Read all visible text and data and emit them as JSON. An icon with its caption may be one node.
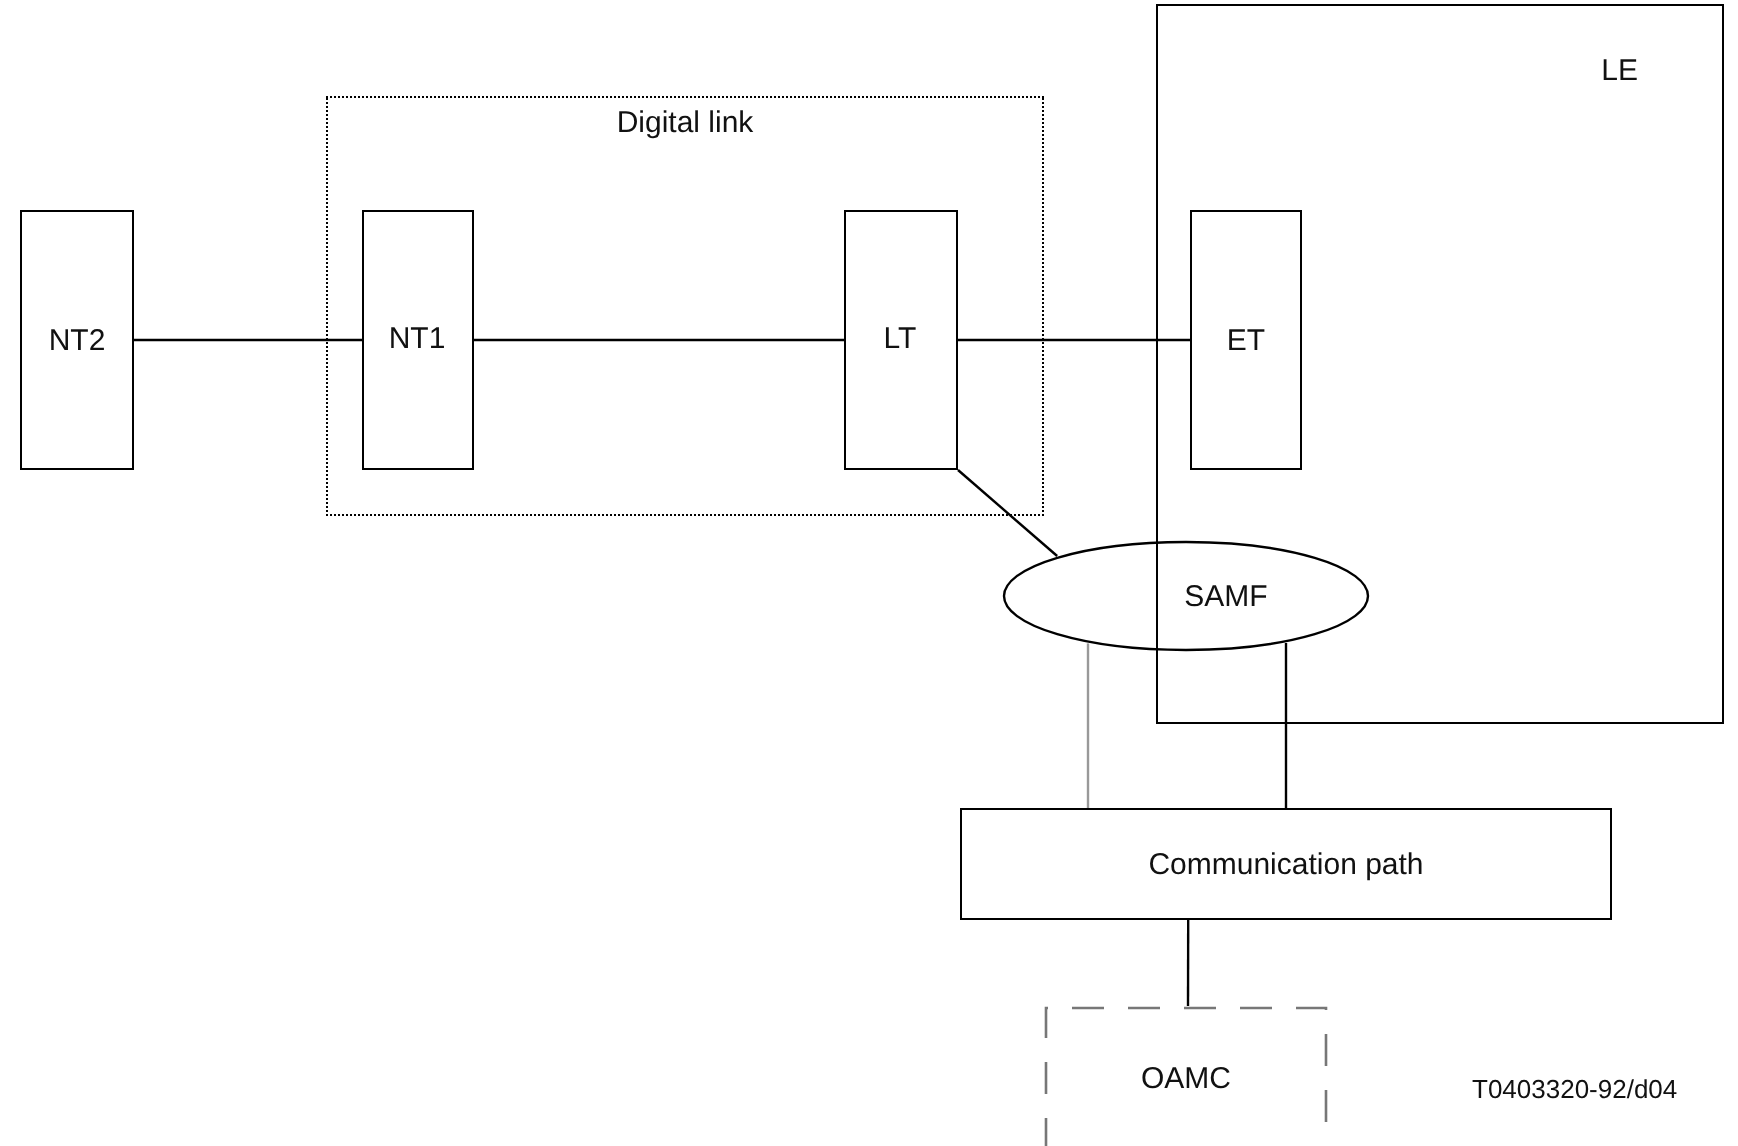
{
  "diagram": {
    "nodes": [
      {
        "text": [
          "NT2"
        ]
      },
      {
        "text": [
          "Digital link"
        ]
      },
      {
        "text": [
          "NT1"
        ],
        "in": 1
      },
      {
        "text": [
          "LT"
        ],
        "in": 1
      },
      {
        "text": [
          "LE"
        ]
      },
      {
        "text": [
          "ET"
        ],
        "in": 4
      },
      {
        "text": [
          "SAMF"
        ]
      },
      {
        "text": [
          "Communication path"
        ]
      },
      {
        "text": [
          "OAMC"
        ]
      }
    ],
    "edges": [
      {
        "from": 0,
        "to": 2,
        "arrow": "none"
      },
      {
        "from": 2,
        "to": 3,
        "arrow": "none"
      },
      {
        "from": 3,
        "to": 5,
        "arrow": "none"
      },
      {
        "from": 3,
        "to": 6,
        "arrow": "none"
      },
      {
        "from": 6,
        "to": 7,
        "arrow": "none",
        "color": "#999999"
      },
      {
        "from": 6,
        "to": 7,
        "arrow": "none"
      },
      {
        "from": 7,
        "to": 8,
        "arrow": "none"
      }
    ],
    "labels": [
      "T0403320-92/d04"
    ]
  }
}
